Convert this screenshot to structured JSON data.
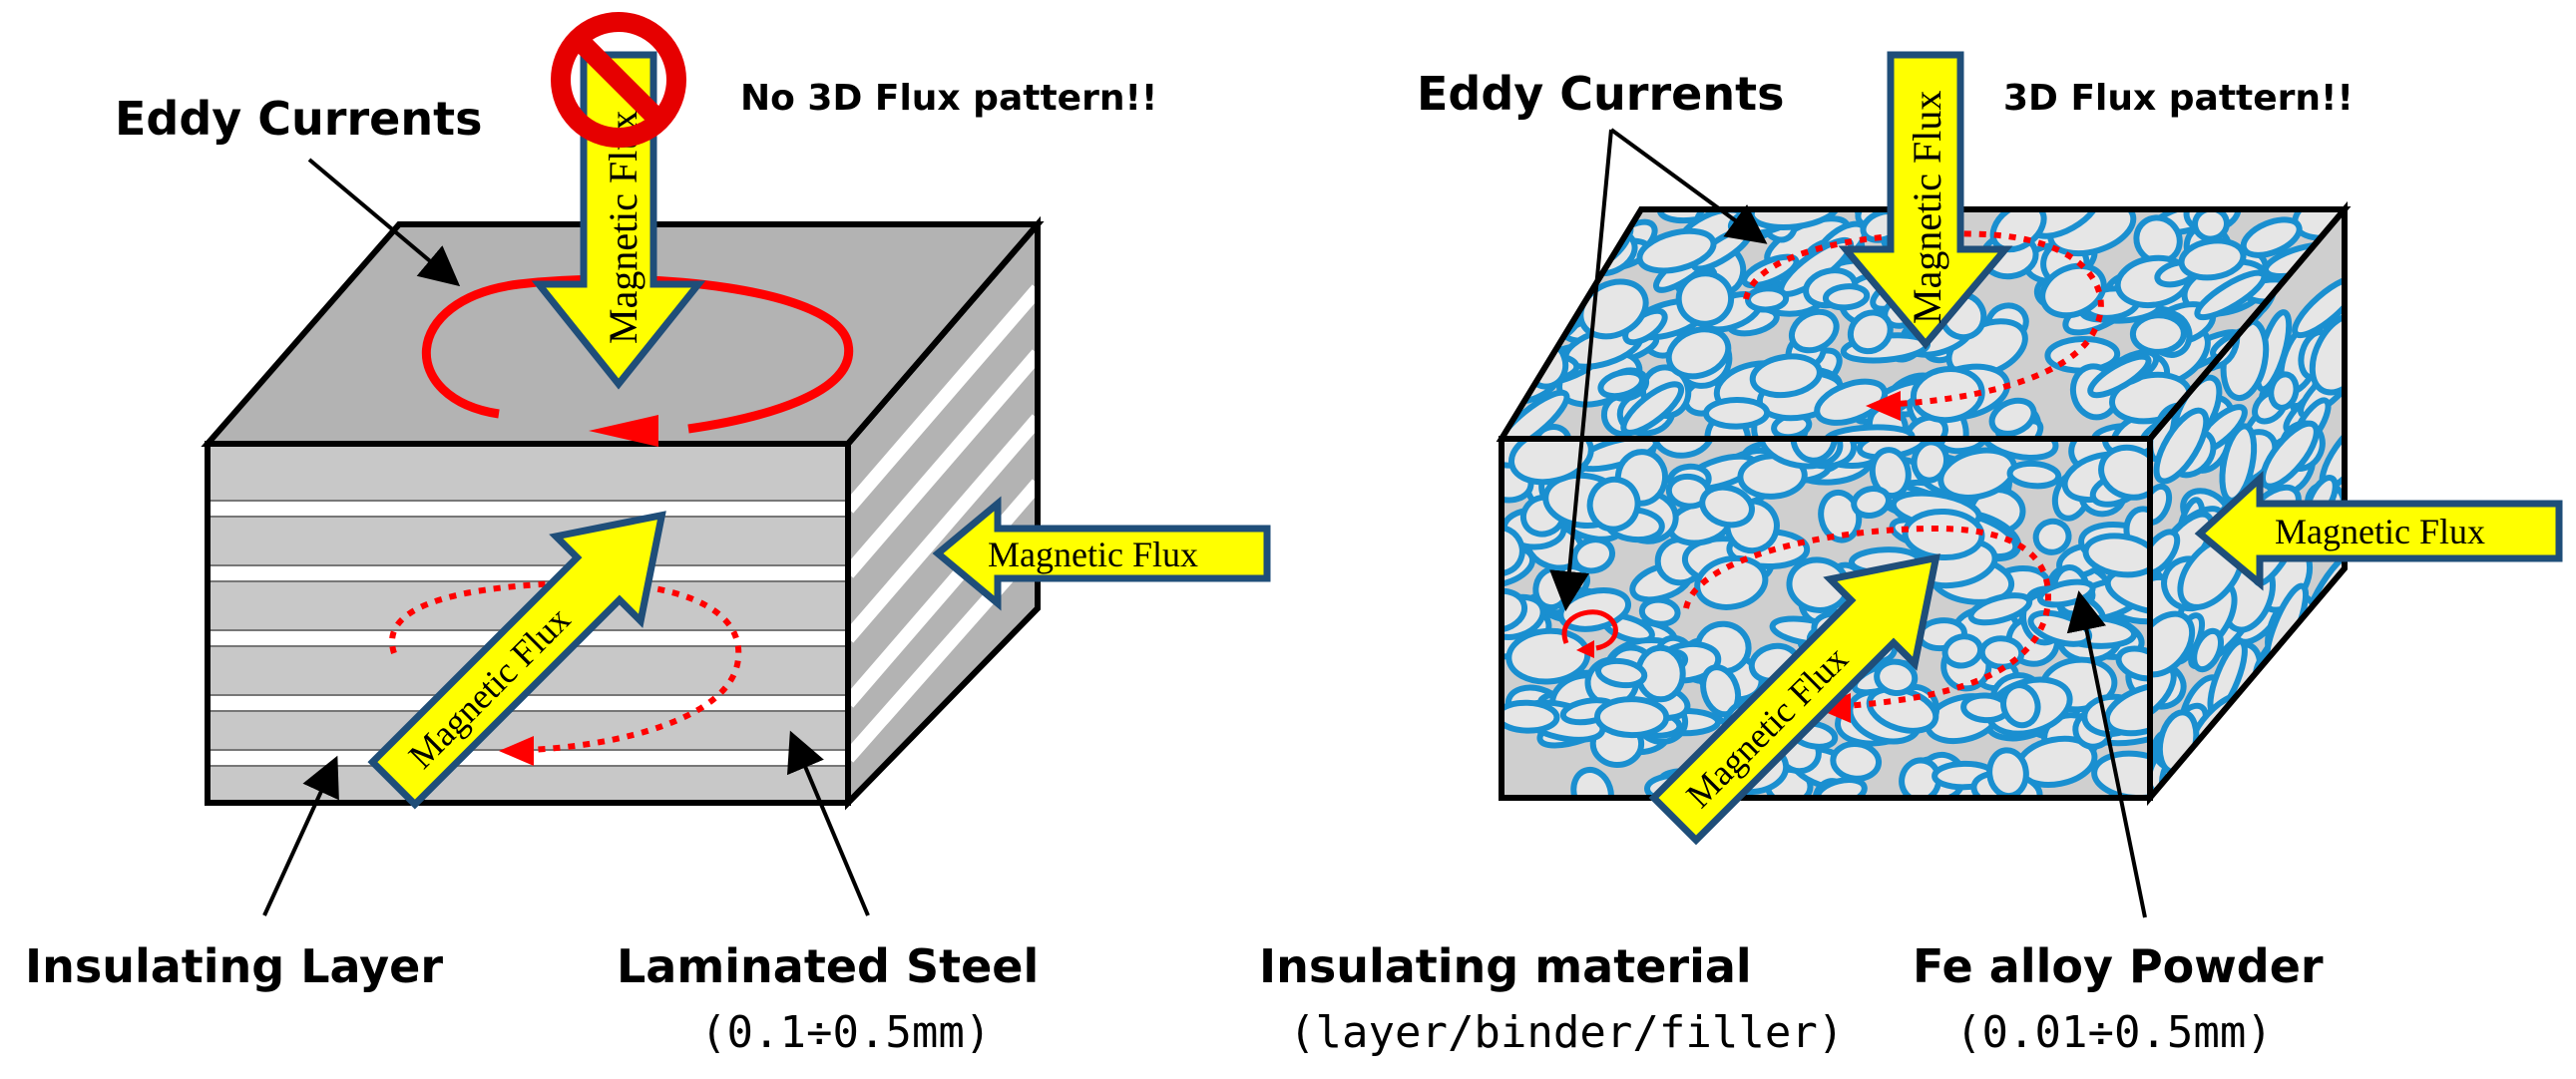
{
  "left_panel": {
    "eddy_label": "Eddy Currents",
    "note": "No 3D Flux pattern!!",
    "flux_top": "Magnetic Flux",
    "flux_side": "Magnetic Flux",
    "flux_diag": "Magnetic Flux",
    "insulating_label": "Insulating Layer",
    "steel_label": "Laminated Steel",
    "steel_sub": "(0.1÷0.5mm)"
  },
  "right_panel": {
    "eddy_label": "Eddy Currents",
    "note": "3D Flux pattern!!",
    "flux_top": "Magnetic Flux",
    "flux_side": "Magnetic Flux",
    "flux_diag": "Magnetic Flux",
    "insulating_label": "Insulating material",
    "insulating_sub": "(layer/binder/filler)",
    "powder_label": "Fe alloy Powder",
    "powder_sub": "(0.01÷0.5mm)"
  },
  "colors": {
    "block": "#c8c8c8",
    "outline": "#000000",
    "eddy": "#ff0000",
    "arrow_fill": "#ffff00",
    "arrow_stroke": "#1f4e79",
    "grain": "#1a8fd0",
    "prohibit": "#e60000"
  },
  "icons": [
    "prohibition-sign-icon"
  ]
}
